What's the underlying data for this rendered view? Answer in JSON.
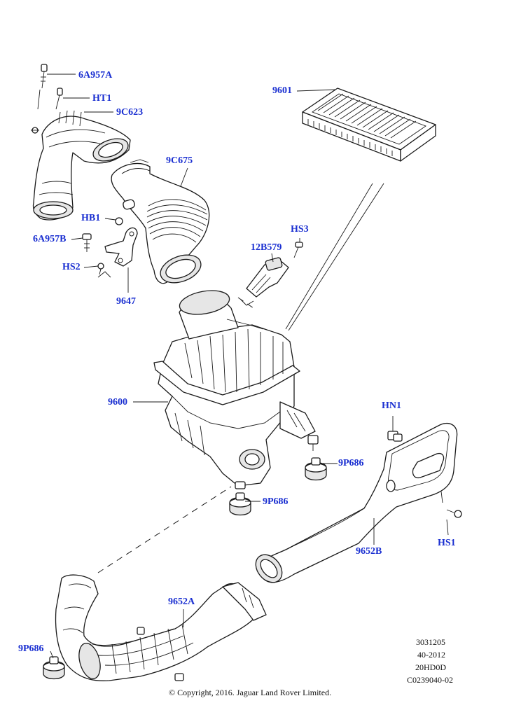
{
  "label_color": "#1a2fd1",
  "line_color": "#1a1a1a",
  "callouts": {
    "c_6a957a": "6A957A",
    "c_ht1": "HT1",
    "c_9c623": "9C623",
    "c_9601": "9601",
    "c_9c675": "9C675",
    "c_hb1": "HB1",
    "c_6a957b": "6A957B",
    "c_hs2": "HS2",
    "c_9647": "9647",
    "c_hs3": "HS3",
    "c_12b579": "12B579",
    "c_9600": "9600",
    "c_hn1": "HN1",
    "c_9p686_right": "9P686",
    "c_9p686_center": "9P686",
    "c_9652b": "9652B",
    "c_hs1": "HS1",
    "c_9652a": "9652A",
    "c_9p686_left": "9P686"
  },
  "reference": {
    "line1": "3031205",
    "line2": "40-2012",
    "line3": "20HD0D",
    "line4": "C0239040-02"
  },
  "copyright": "© Copyright, 2016. Jaguar Land Rover Limited."
}
